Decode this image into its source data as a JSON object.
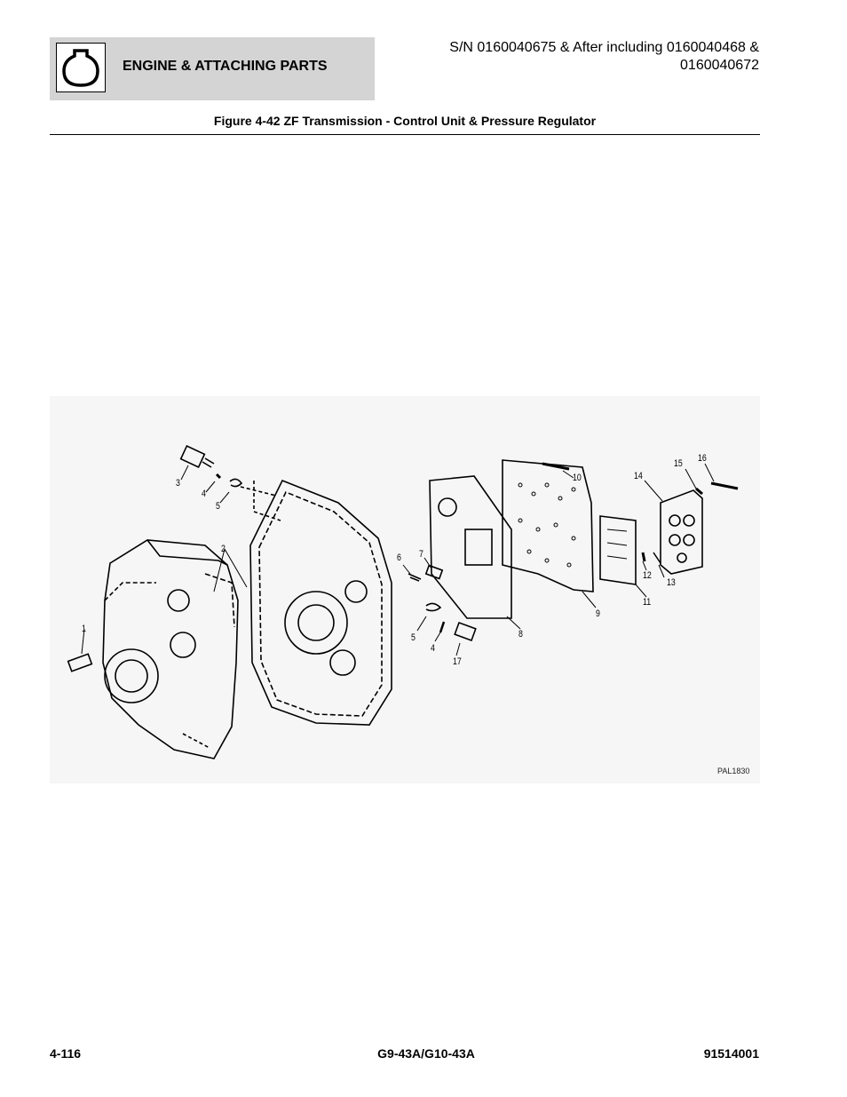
{
  "header": {
    "section_title": "ENGINE & ATTACHING PARTS",
    "section_icon": "engine-outline-icon",
    "serial_line1": "S/N 0160040675 & After including 0160040468 &",
    "serial_line2": "0160040672"
  },
  "figure": {
    "title": "Figure 4-42 ZF Transmission - Control Unit & Pressure Regulator",
    "drawing_code": "PAL1830",
    "callouts": [
      "1",
      "2",
      "3",
      "4",
      "5",
      "6",
      "7",
      "5",
      "4",
      "17",
      "8",
      "9",
      "10",
      "11",
      "12",
      "13",
      "14",
      "15",
      "16"
    ]
  },
  "footer": {
    "page_number": "4-116",
    "model": "G9-43A/G10-43A",
    "part_number": "91514001"
  }
}
